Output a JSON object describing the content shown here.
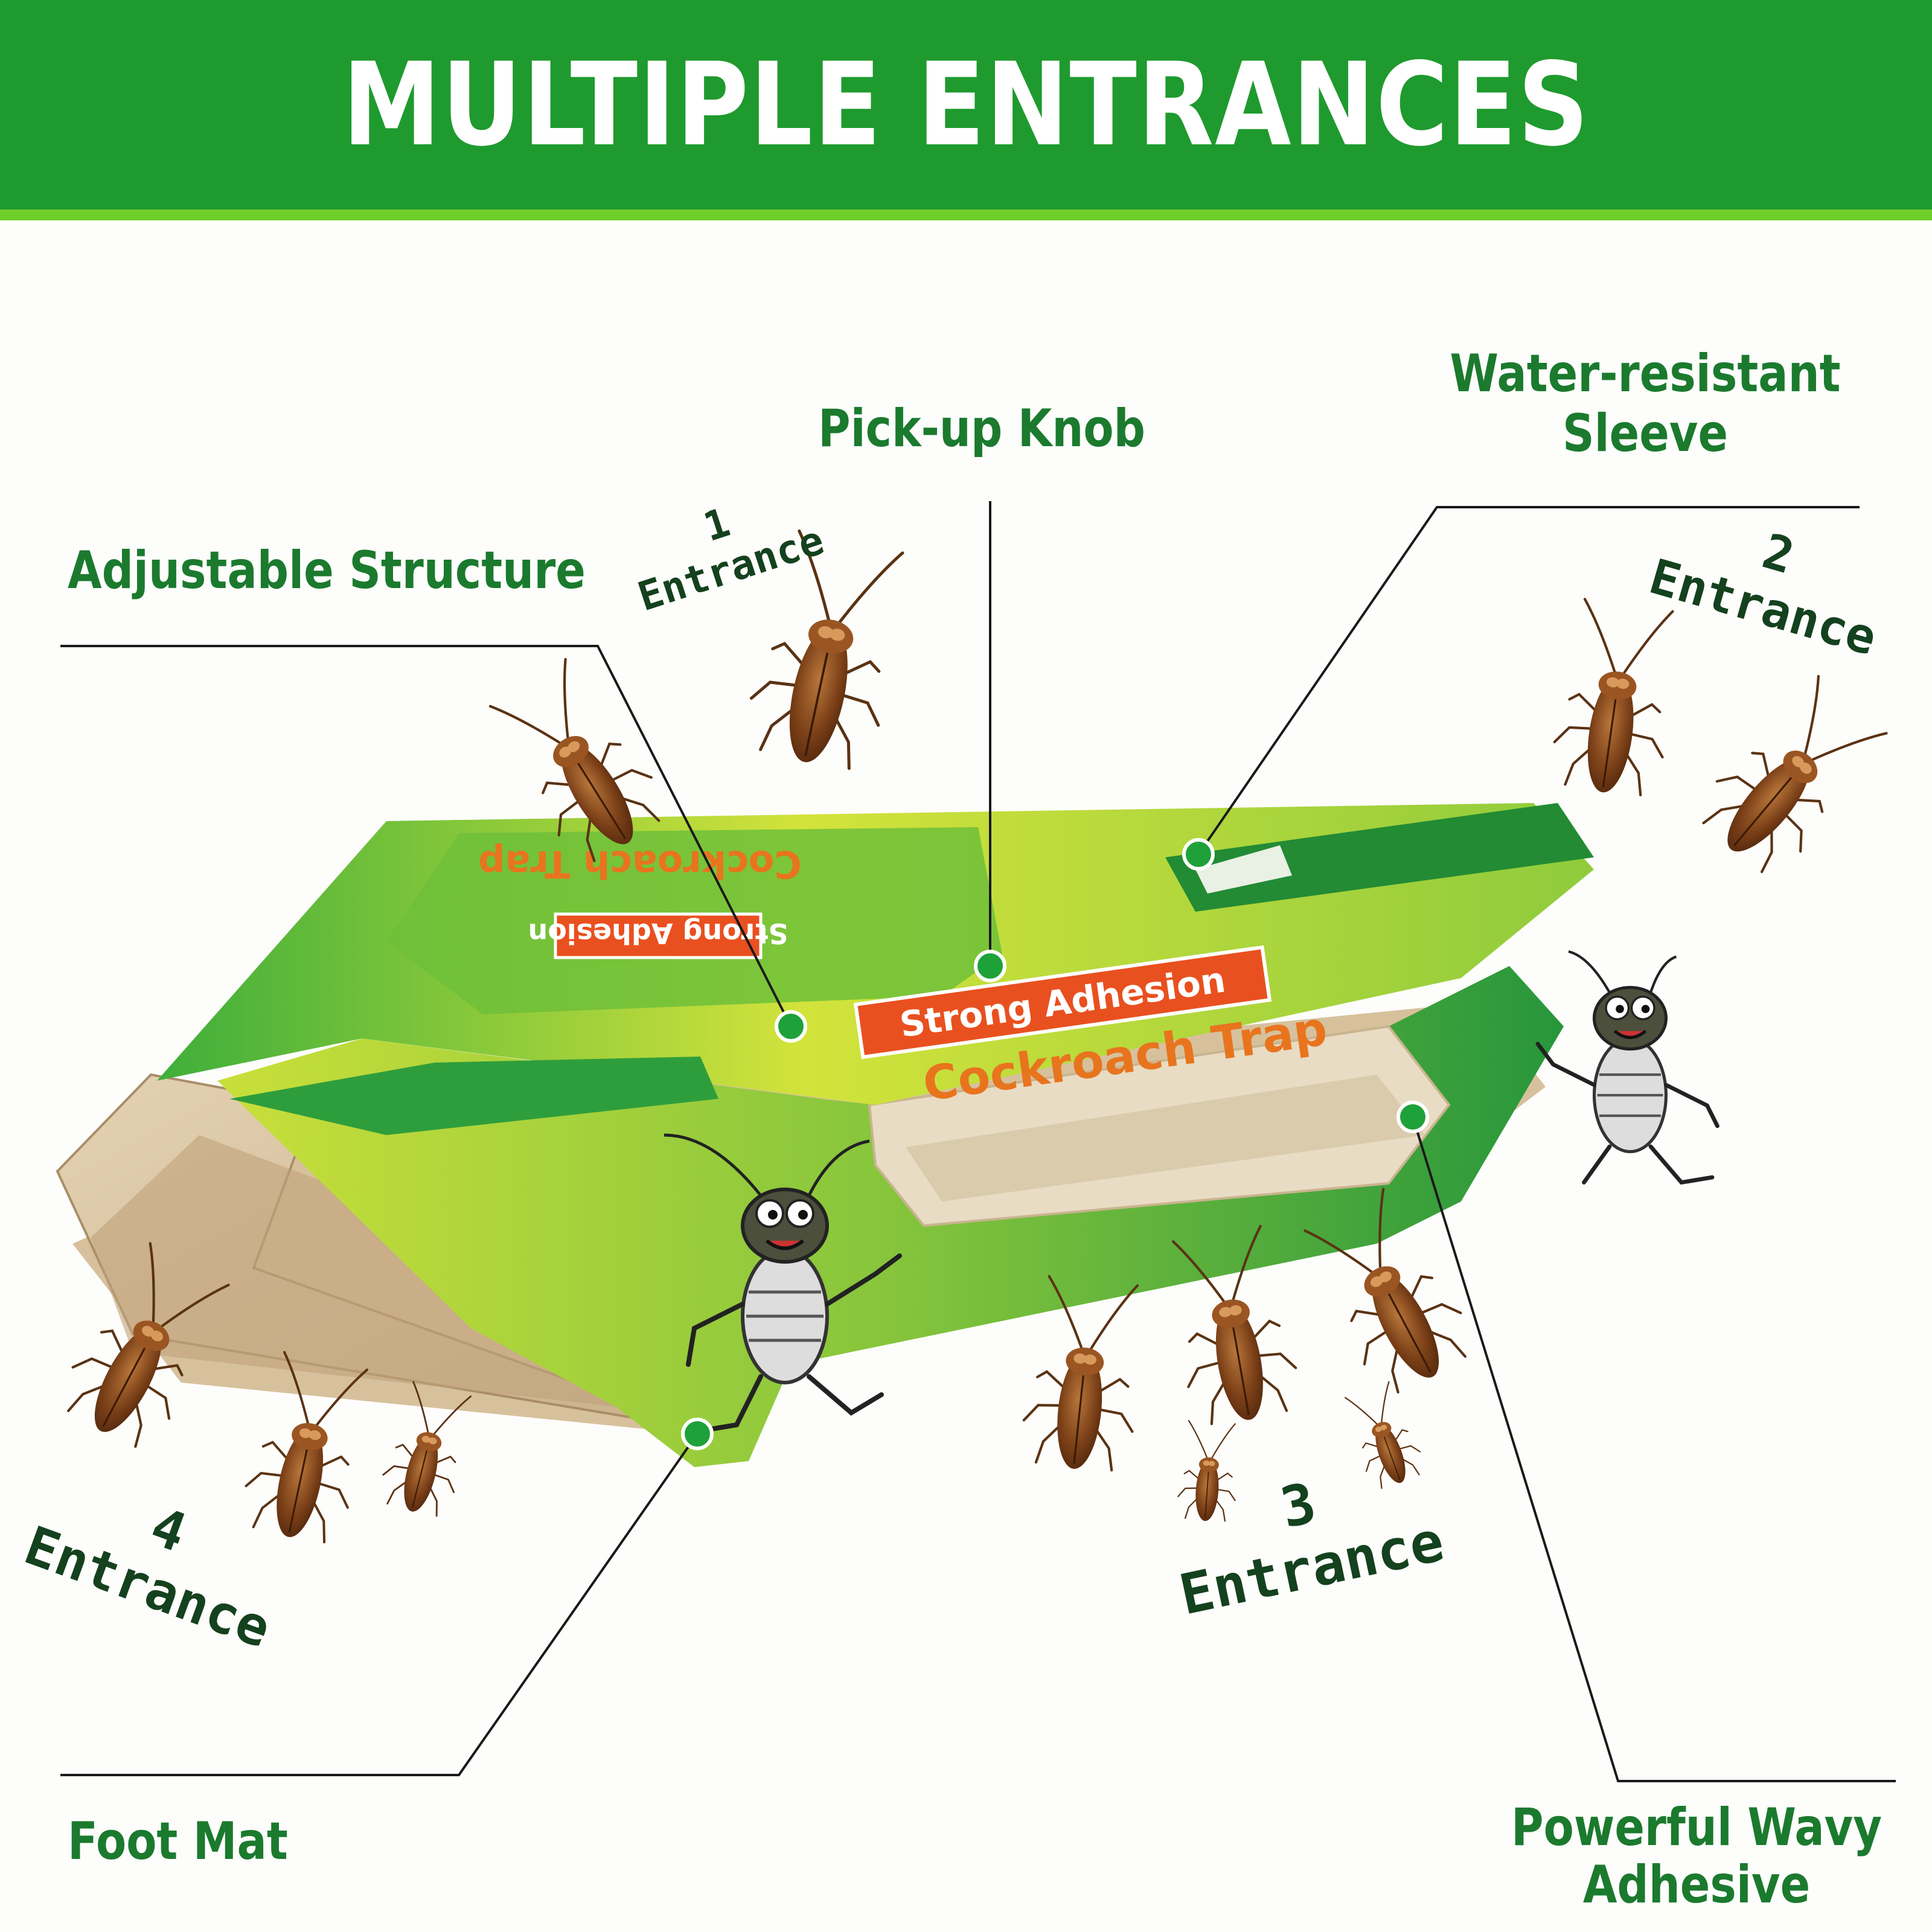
{
  "banner": {
    "title": "MULTIPLE ENTRANCES"
  },
  "colors": {
    "banner_green": "#1f9a2e",
    "banner_stripe": "#6fcf2a",
    "label_green": "#1b7a2e",
    "entrance_text": "#14411e",
    "leader_line": "#1a1a1a",
    "trap_green": "#2ea43f",
    "trap_lime": "#c8e03a"
  },
  "callouts": {
    "pickup_knob": "Pick-up Knob",
    "water_resistant_line1": "Water-resistant",
    "water_resistant_line2": "Sleeve",
    "adjustable_structure": "Adjustable Structure",
    "foot_mat": "Foot Mat",
    "powerful_line1": "Powerful Wavy",
    "powerful_line2": "Adhesive"
  },
  "entrances": {
    "e1": {
      "number": "1",
      "word": "Entrance"
    },
    "e2": {
      "number": "2",
      "word": "Entrance"
    },
    "e3": {
      "number": "3",
      "word": "Entrance"
    },
    "e4": {
      "number": "4",
      "word": "Entrance"
    }
  },
  "trap_print": {
    "strong_adhesion": "Strong Adhesion",
    "cockroach_trap": "Cockroach Trap"
  },
  "icons": [
    "cockroach-icon",
    "cartoon-cockroach-icon",
    "callout-dot-icon"
  ]
}
